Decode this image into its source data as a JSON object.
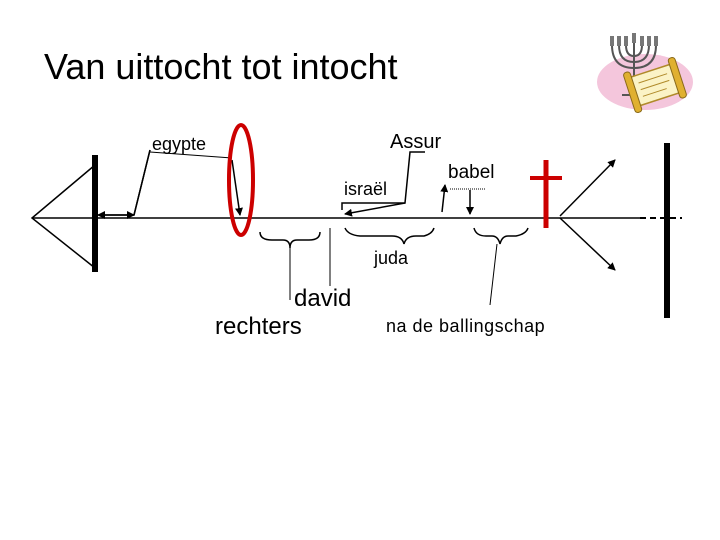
{
  "slide": {
    "title": "Van uittocht tot intocht"
  },
  "labels": {
    "egypte": "egypte",
    "assur": "Assur",
    "babel": "babel",
    "israel": "israël",
    "juda": "juda",
    "david": "david",
    "rechters": "rechters",
    "na_de_ballingschap": "na de ballingschap"
  },
  "colors": {
    "timeline": "#000000",
    "highlight": "#cc0000",
    "cross": "#cc0000"
  },
  "icons": {
    "corner_picture": "menorah-torah-scroll-icon",
    "cross": "cross-icon"
  }
}
